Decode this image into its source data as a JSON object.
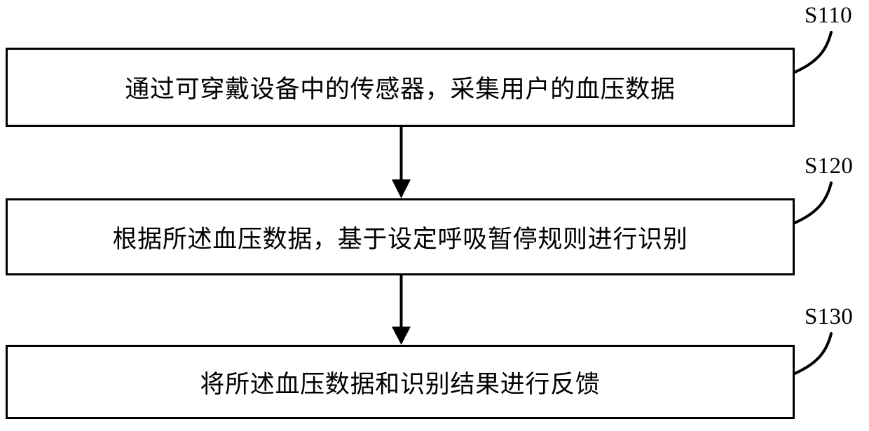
{
  "diagram": {
    "title": "",
    "type": "flowchart",
    "orientation": "vertical",
    "colors": {
      "background": "#ffffff",
      "stroke": "#000000",
      "text": "#000000",
      "box_fill": "#ffffff"
    },
    "steps": [
      {
        "id": "S110",
        "label": "S110",
        "text": "通过可穿戴设备中的传感器，采集用户的血压数据"
      },
      {
        "id": "S120",
        "label": "S120",
        "text": "根据所述血压数据，基于设定呼吸暂停规则进行识别"
      },
      {
        "id": "S130",
        "label": "S130",
        "text": "将所述血压数据和识别结果进行反馈"
      }
    ],
    "connectors": [
      {
        "from": "S110",
        "to": "S120",
        "style": "arrow-down"
      },
      {
        "from": "S120",
        "to": "S130",
        "style": "arrow-down"
      }
    ],
    "leaders": [
      {
        "for": "S110",
        "style": "curved-callout"
      },
      {
        "for": "S120",
        "style": "curved-callout"
      },
      {
        "for": "S130",
        "style": "curved-callout"
      }
    ]
  }
}
